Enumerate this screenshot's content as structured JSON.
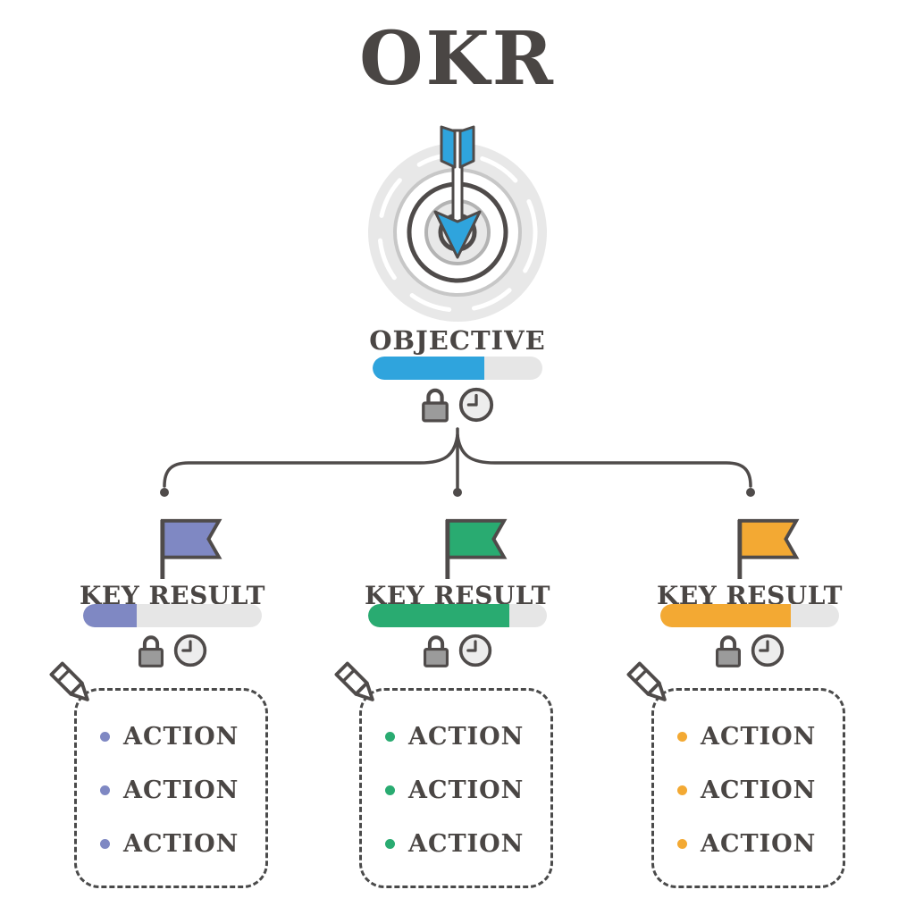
{
  "title": "OKR",
  "objective": {
    "label": "OBJECTIVE",
    "progress_percent": 66
  },
  "key_results": [
    {
      "label": "KEY RESULT",
      "progress_percent": 30,
      "color": "#7f88c3",
      "actions": [
        "ACTION",
        "ACTION",
        "ACTION"
      ]
    },
    {
      "label": "KEY RESULT",
      "progress_percent": 79,
      "color": "#29ab71",
      "actions": [
        "ACTION",
        "ACTION",
        "ACTION"
      ]
    },
    {
      "label": "KEY RESULT",
      "progress_percent": 73,
      "color": "#f3a933",
      "actions": [
        "ACTION",
        "ACTION",
        "ACTION"
      ]
    }
  ],
  "icons": {
    "objective": "target-arrow-icon",
    "key_result": "flag-icon",
    "locked": "lock-icon",
    "time": "clock-icon",
    "editable": "pencil-icon"
  },
  "colors": {
    "ink": "#4a4644",
    "outline": "#4f4b4a",
    "track": "#e6e6e6",
    "objective": "#2fa4dd",
    "icon_gray": "#9b9b9b",
    "clock_face": "#ededed",
    "background": "#ffffff"
  }
}
